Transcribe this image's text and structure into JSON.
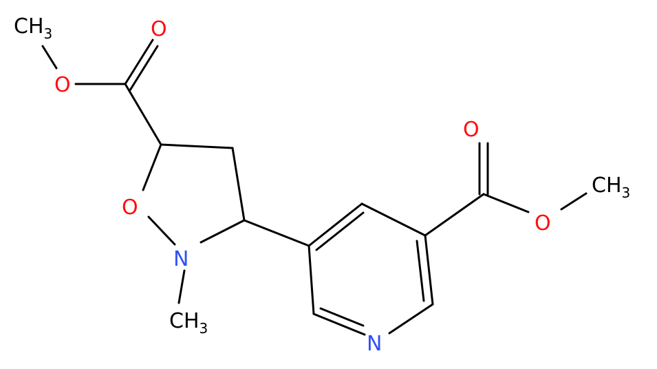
{
  "colors": {
    "oxygen": "#ff0d0d",
    "nitrogen": "#3050f8",
    "carbon": "#000000",
    "background": "#ffffff"
  },
  "labels": {
    "ester1_carbonyl_O": "O",
    "ester1_ether_O": "O",
    "ester1_methyl": "CH",
    "ester1_methyl_sub": "3",
    "ring_O": "O",
    "ring_N": "N",
    "n_methyl": "CH",
    "n_methyl_sub": "3",
    "ester2_carbonyl_O": "O",
    "ester2_ether_O": "O",
    "ester2_methyl": "CH",
    "ester2_methyl_sub": "3",
    "pyridine_N": "N"
  }
}
